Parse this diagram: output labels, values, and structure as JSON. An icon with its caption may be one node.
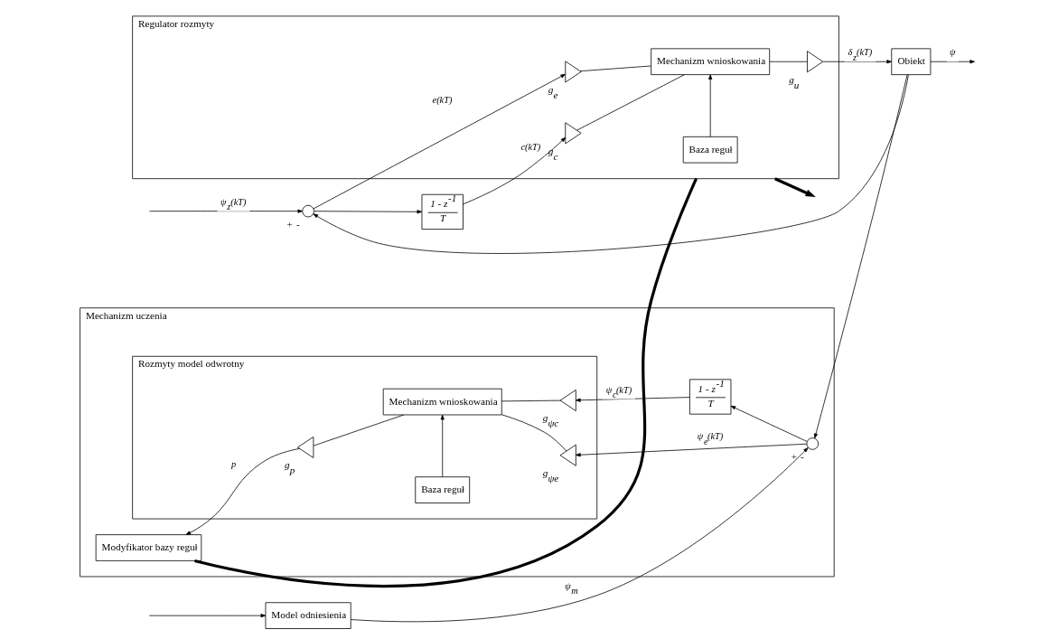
{
  "diagram": {
    "nodes": [
      {
        "text": [
          "Model odniesienia"
        ]
      },
      {
        "text": [
          "Mechanizm uczenia"
        ]
      },
      {
        "text": [
          "Modyfikator bazy reguł"
        ],
        "in": 1
      },
      {
        "text": [
          "Rozmyty model odwrotny"
        ],
        "in": 1
      },
      {
        "text": [
          "Baza reguł"
        ],
        "in": 3
      },
      {
        "text": [
          "Mechanizm wnioskowania"
        ],
        "in": 3
      },
      {
        "text": [],
        "shape": "triangle",
        "beside": [
          "g$_{p}$"
        ],
        "in": 3
      },
      {
        "text": [],
        "shape": "triangle",
        "beside": [
          "g$_{ψe}$"
        ],
        "in": 3
      },
      {
        "text": [],
        "shape": "triangle",
        "beside": [
          "g$_{ψc}$"
        ],
        "in": 3
      },
      {
        "text": [],
        "shape": "circle",
        "beside": [
          "+",
          "-"
        ],
        "in": 1
      },
      {
        "text": [
          "1 - z$^{-1}$",
          "T"
        ],
        "in": 1
      },
      {
        "text": [
          "Regulator rozmyty"
        ]
      },
      {
        "text": [
          "Baza reguł"
        ],
        "in": 11
      },
      {
        "text": [
          "Mechanizm wnioskowania"
        ],
        "in": 11
      },
      {
        "text": [],
        "shape": "triangle",
        "beside": [
          "g$_{e}$"
        ],
        "in": 11
      },
      {
        "text": [],
        "shape": "triangle",
        "beside": [
          "g$_{c}$"
        ],
        "in": 11
      },
      {
        "text": [],
        "shape": "triangle",
        "beside": [
          "g$_{u}$"
        ],
        "in": 11
      },
      {
        "text": [],
        "shape": "circle",
        "beside": [
          "+",
          "-"
        ]
      },
      {
        "text": [
          "1 - z$^{-1}$",
          "T"
        ]
      },
      {
        "text": [
          "Obiekt"
        ]
      }
    ],
    "edges": [
      {
        "from": null,
        "to": 17,
        "arrow": "to",
        "label": "ψ$_{z}$(kT)"
      },
      {
        "from": null,
        "to": 0,
        "arrow": "to"
      },
      {
        "from": 0,
        "to": 9,
        "arrow": "to",
        "label": "ψ$_{m}$"
      },
      {
        "from": 9,
        "to": 7,
        "arrow": "to",
        "label": "ψ$_{e}$(kT)"
      },
      {
        "from": 9,
        "to": 10,
        "arrow": "to"
      },
      {
        "from": 10,
        "to": 8,
        "arrow": "to",
        "label": "ψ$_{c}$(kT)"
      },
      {
        "from": 7,
        "to": 5,
        "arrow": "none"
      },
      {
        "from": 8,
        "to": 5,
        "arrow": "none"
      },
      {
        "from": 4,
        "to": 5,
        "arrow": "to"
      },
      {
        "from": 5,
        "to": 6,
        "arrow": "none"
      },
      {
        "from": 6,
        "to": 2,
        "arrow": "to",
        "label": "p"
      },
      {
        "from": 2,
        "to": 11,
        "arrow": "none",
        "style": "thick"
      },
      {
        "from": 17,
        "to": 14,
        "arrow": "to",
        "label": "e(kT)"
      },
      {
        "from": 17,
        "to": 18,
        "arrow": "to"
      },
      {
        "from": 18,
        "to": 15,
        "arrow": "to",
        "label": "c(kT)"
      },
      {
        "from": 14,
        "to": 13,
        "arrow": "none"
      },
      {
        "from": 15,
        "to": 13,
        "arrow": "none"
      },
      {
        "from": 12,
        "to": 13,
        "arrow": "to"
      },
      {
        "from": 13,
        "to": 16,
        "arrow": "none"
      },
      {
        "from": 16,
        "to": 19,
        "arrow": "to",
        "label": "δ$_{z}$(kT)"
      },
      {
        "from": 19,
        "to": null,
        "arrow": "to",
        "label": "ψ"
      },
      {
        "from": 19,
        "to": 9,
        "arrow": "to"
      },
      {
        "from": 19,
        "to": 17,
        "arrow": "to"
      },
      {
        "from": 11,
        "to": null,
        "arrow": "to",
        "style": "thick"
      }
    ]
  }
}
